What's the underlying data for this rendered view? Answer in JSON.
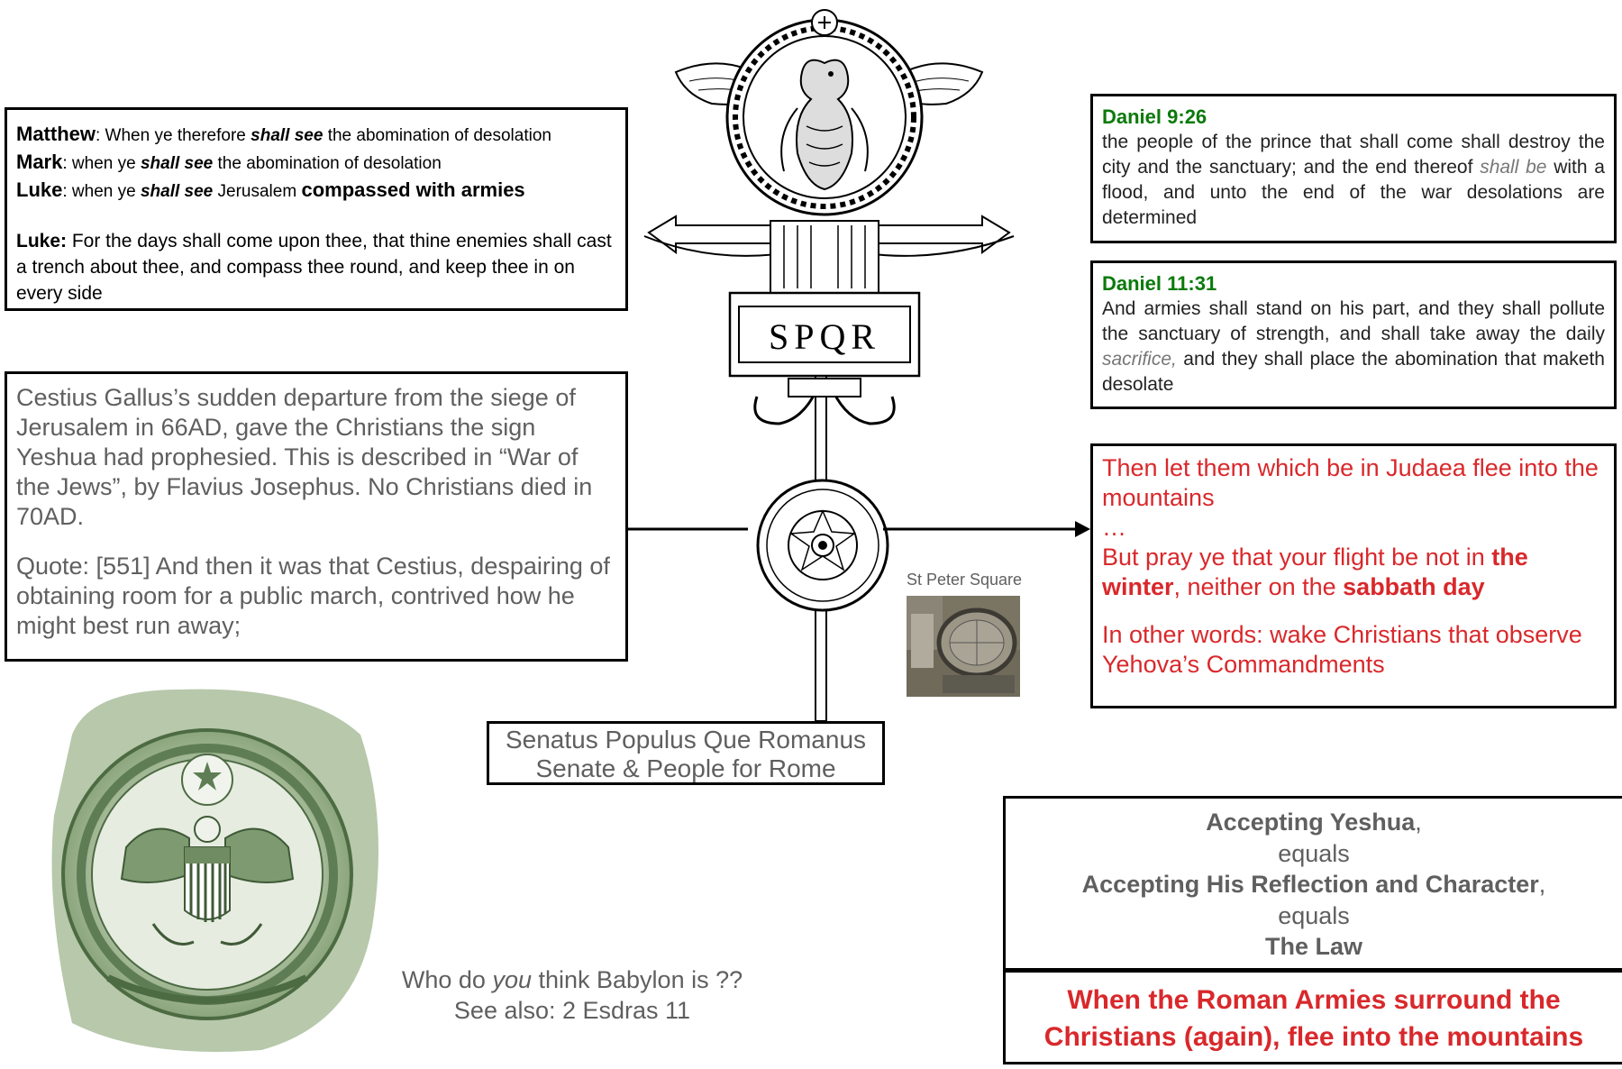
{
  "gospels": {
    "matthew_label": "Matthew",
    "matthew_pre": ": When ye therefore ",
    "matthew_em": "shall see",
    "matthew_post": " the abomination of desolation",
    "mark_label": "Mark",
    "mark_pre": ": when ye ",
    "mark_em": "shall see",
    "mark_post": " the abomination of desolation",
    "luke_label": "Luke",
    "luke_pre": ": when ye ",
    "luke_em": "shall see",
    "luke_mid": " Jerusalem ",
    "luke_bold": "compassed with armies",
    "luke2_label": "Luke:",
    "luke2_text": " For the days shall come upon thee, that thine enemies shall cast a trench about thee, and compass thee round, and keep thee in on every side"
  },
  "cestius": {
    "para1": "Cestius Gallus’s sudden departure from the siege of Jerusalem in 66AD, gave the Christians the sign Yeshua had prophesied. This is described in “War of the Jews”, by Flavius Josephus. No Christians died in 70AD.",
    "para2": "Quote: [551] And then it was that Cestius, despairing of obtaining room for a public march, contrived how he might best run away;"
  },
  "daniel926": {
    "title": "Daniel 9:26",
    "pre": "the people of the prince that shall come shall destroy the city and the sanctuary; and the end thereof ",
    "em": "shall be",
    "post": " with a flood, and unto the end of the war desolations are determined"
  },
  "daniel1131": {
    "title": "Daniel 11:31",
    "pre": "And armies shall stand on his part, and they shall pollute the sanctuary of strength, and shall take away the daily ",
    "em": "sacrifice,",
    "post": " and they shall place the abomination that maketh desolate"
  },
  "flee": {
    "line1": "Then let them which be in Judaea flee into the mountains",
    "ellipsis": "…",
    "pray_pre": "But pray ye that your flight be not in ",
    "pray_b1": "the winter",
    "pray_mid": ", neither on the ",
    "pray_b2": "sabbath day",
    "other": "In other words: wake Christians that observe Yehova’s Commandments"
  },
  "spqr": {
    "emblem": "SPQR",
    "latin": "Senatus Populus Que Romanus",
    "english": "Senate & People for Rome"
  },
  "stpeter": {
    "caption": "St Peter Square"
  },
  "accept": {
    "l1_bold": "Accepting Yeshua",
    "l1_comma": ",",
    "l2": "equals",
    "l3_bold": "Accepting His Reflection and Character",
    "l3_comma": ",",
    "l4": "equals",
    "l5_bold": "The Law"
  },
  "armies": {
    "text": "When the Roman Armies surround the Christians (again), flee into the mountains"
  },
  "babylon": {
    "pre": "Who do ",
    "em": "you",
    "post": " think Babylon is ??",
    "line2": "See also: 2 Esdras 11"
  },
  "colors": {
    "red": "#d9282b",
    "green": "#0a7a0a",
    "gray": "#5f5f5f"
  }
}
